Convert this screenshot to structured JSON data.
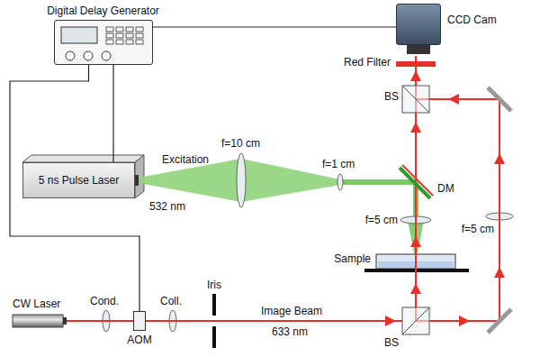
{
  "diagram": {
    "nodes": [
      {
        "text": [
          "Digital Delay Generator"
        ]
      },
      {
        "text": [
          "CCD Cam"
        ]
      },
      {
        "text": [
          "5 ns Pulse Laser"
        ]
      },
      {
        "text": [
          "AOM"
        ]
      }
    ],
    "edges": [
      {
        "from": 0,
        "to": 1,
        "arrow": "none"
      },
      {
        "from": 0,
        "to": 2,
        "arrow": "none"
      },
      {
        "from": 0,
        "to": 3,
        "arrow": "none"
      }
    ],
    "labels": [
      "Red Filter",
      "BS",
      "f=10 cm",
      "f=1 cm",
      "DM",
      "f=5 cm",
      "f=5 cm",
      "Sample",
      "Excitation",
      "532 nm",
      "BS",
      "CW Laser",
      "Cond.",
      "Coll.",
      "Iris",
      "Image Beam",
      "633 nm"
    ]
  }
}
